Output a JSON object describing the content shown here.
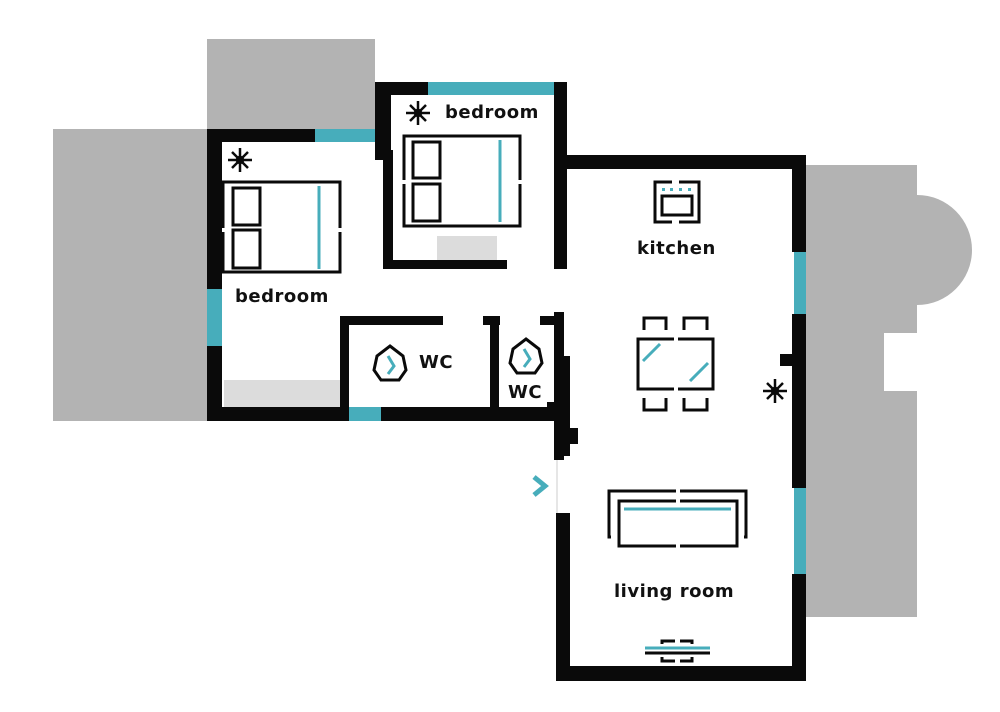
{
  "floorplan": {
    "colors": {
      "wall": "#0a0a0a",
      "window": "#47adbb",
      "exterior": "#b3b3b3",
      "closet": "#dcdcdc",
      "background": "#ffffff"
    },
    "rooms": [
      {
        "id": "bedroom-1",
        "label": "bedroom",
        "icons": [
          "snowflake-icon",
          "double-bed-icon"
        ]
      },
      {
        "id": "bedroom-2",
        "label": "bedroom",
        "icons": [
          "snowflake-icon",
          "double-bed-icon"
        ]
      },
      {
        "id": "kitchen",
        "label": "kitchen",
        "icons": [
          "oven-icon",
          "dining-table-icon"
        ]
      },
      {
        "id": "wc-1",
        "label": "WC",
        "icons": [
          "toilet-icon"
        ]
      },
      {
        "id": "wc-2",
        "label": "WC",
        "icons": [
          "toilet-icon"
        ]
      },
      {
        "id": "living-room",
        "label": "living room",
        "icons": [
          "snowflake-icon",
          "sofa-icon",
          "tv-icon"
        ]
      }
    ],
    "entrance": {
      "icon": "entrance-chevron-icon"
    }
  }
}
